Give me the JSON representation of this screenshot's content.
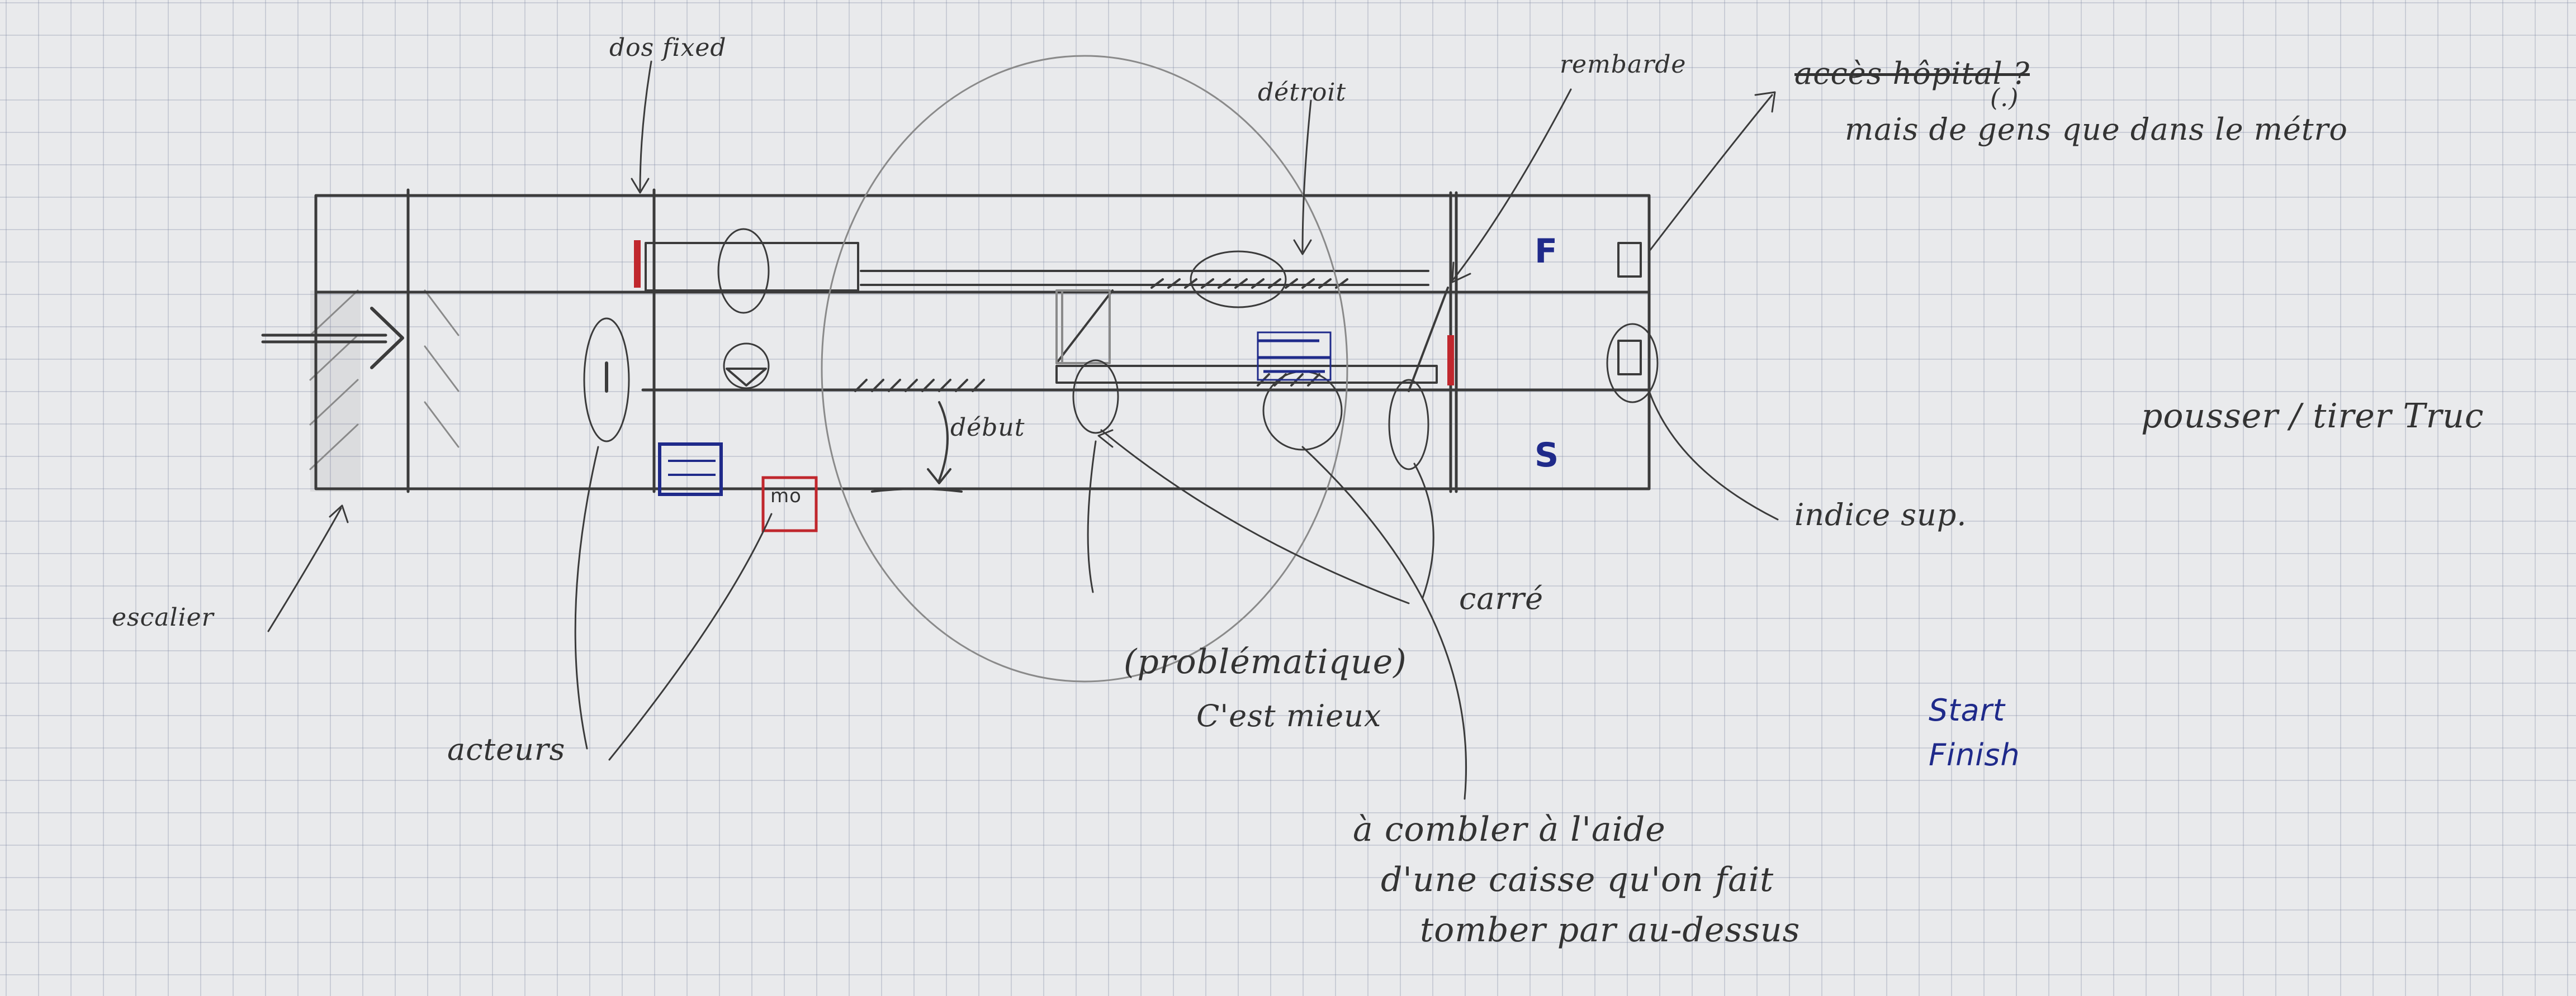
{
  "annotations": {
    "top_left": "dos fixed",
    "top_center": "détroit",
    "top_right": "rembarde",
    "top_far_right_struck": "accès hôpital ?",
    "top_far_right_question": "(.)",
    "top_far_right_note": "mais de gens que dans le métro",
    "left_mid": "escalier",
    "bottom_left": "acteurs",
    "center_low": "début",
    "bottom_center_1": "(problématique)",
    "bottom_center_2": "C'est mieux",
    "right_low": "carré",
    "right_mid": "indice sup.",
    "bottom_long_1": "à combler à l'aide",
    "bottom_long_2": "d'une caisse qu'on fait",
    "bottom_long_3": "tomber par au-dessus",
    "far_right": "pousser / tirer Truc",
    "ink_start": "Start",
    "ink_finish": "Finish",
    "marker_finish": "F",
    "marker_start": "S",
    "box_label": "mo"
  },
  "colors": {
    "pencil": "#3b3b3b",
    "red_marker": "#c0272d",
    "blue_ink": "#1f2a8a",
    "paper": "#e9eaec"
  }
}
